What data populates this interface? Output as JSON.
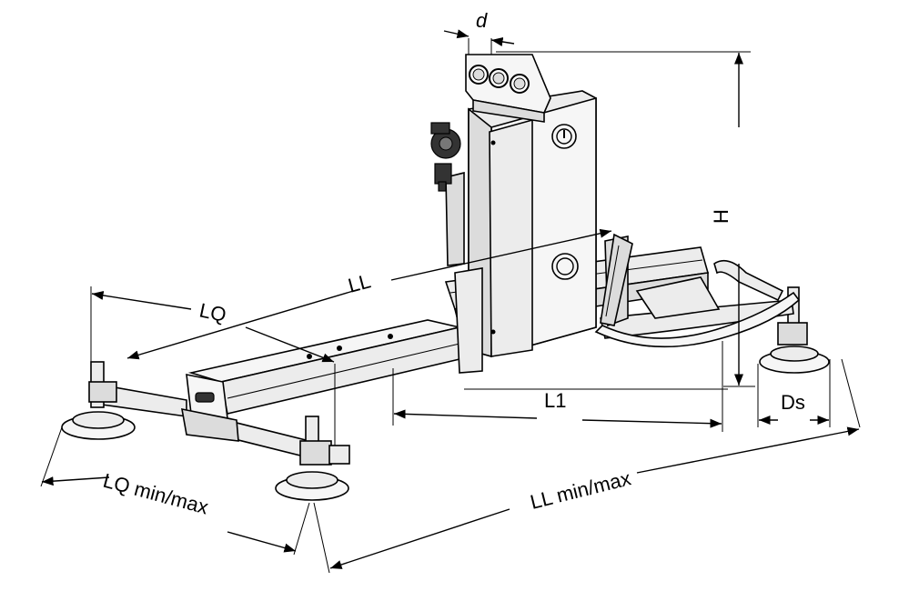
{
  "labels": {
    "d": "d",
    "H": "H",
    "LL": "LL",
    "LQ": "LQ",
    "L1": "L1",
    "Ds": "Ds",
    "LQ_minmax": "LQ min/max",
    "LL_minmax": "LL min/max"
  }
}
